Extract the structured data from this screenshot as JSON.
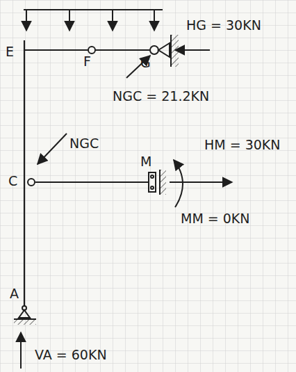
{
  "diagram": {
    "labels": [
      "E",
      "F",
      "G",
      "HG = 30KN",
      "NGC = 21.2KN",
      "NGC",
      "C",
      "M",
      "HM = 30KN",
      "MM = 0KN",
      "A",
      "VA = 60KN"
    ]
  }
}
